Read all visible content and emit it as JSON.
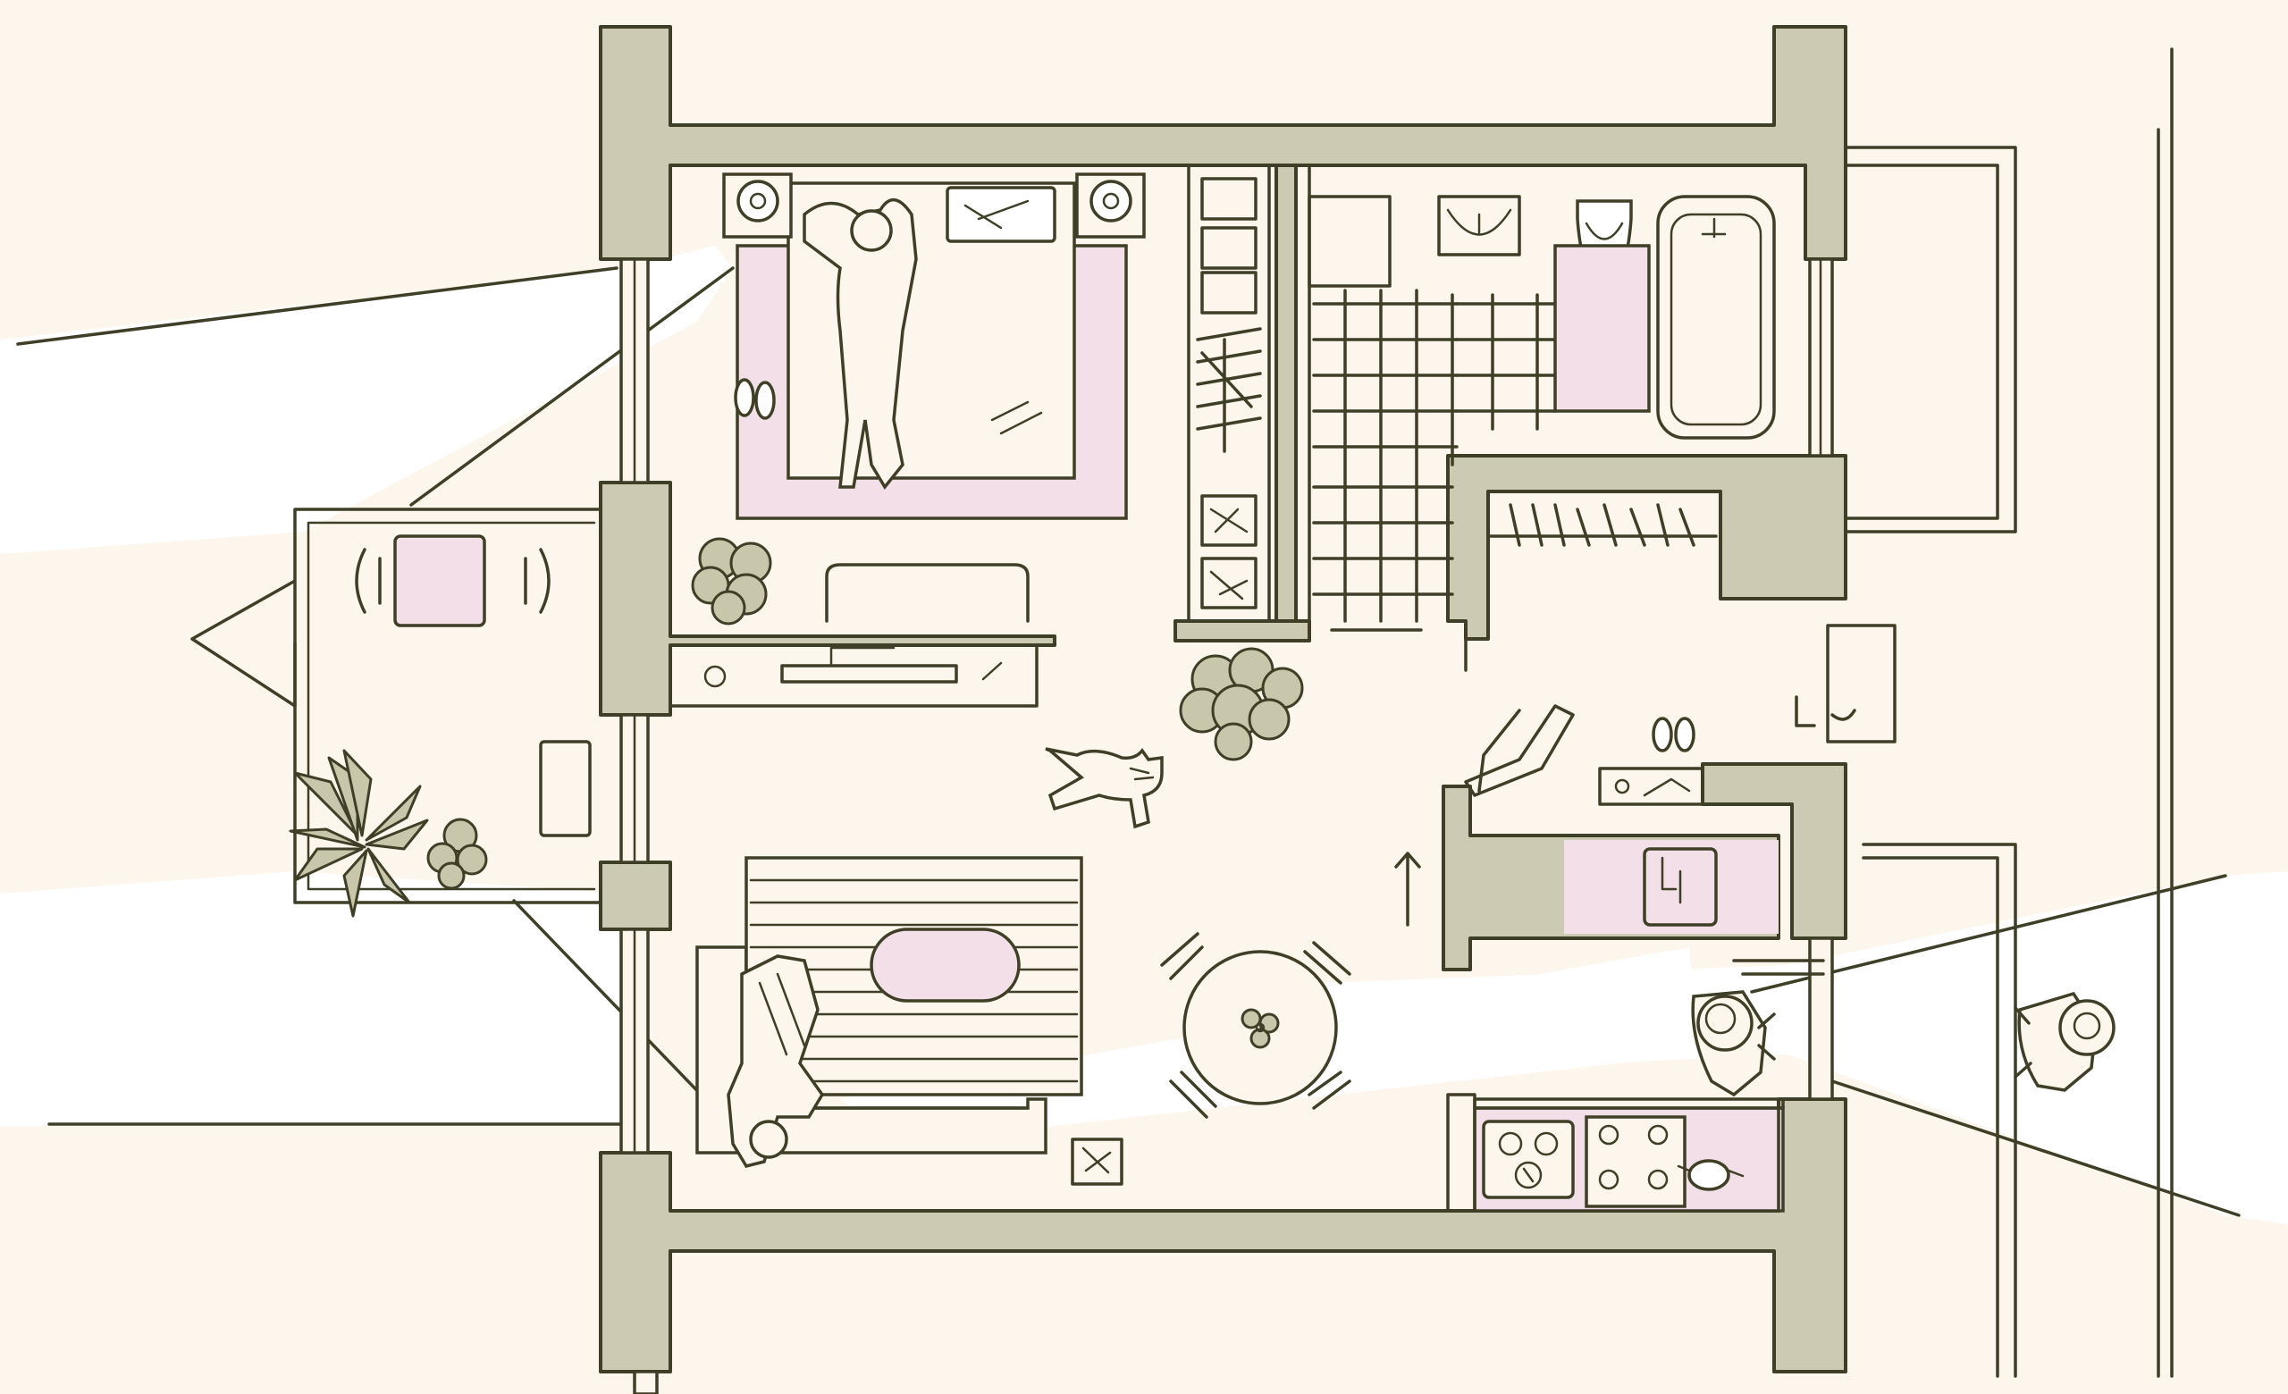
{
  "image": {
    "kind": "illustrated apartment floor plan",
    "text_present": false
  },
  "colors": {
    "background": "#fcf6ec",
    "ink": "#3e3f26",
    "wall_fill": "#cdcab4",
    "accent_pink": "#f2dfe7",
    "plant_fill": "#c9c7ab",
    "light_beam": "#ffffff"
  },
  "rooms": [
    "bedroom",
    "wardrobe",
    "bathroom",
    "closet",
    "living-room",
    "entrance",
    "kitchen",
    "balcony",
    "corridor"
  ],
  "figures": [
    "sleeping-person",
    "reading-person",
    "visitor-in-doorway",
    "neighbor-in-corridor",
    "cat"
  ]
}
